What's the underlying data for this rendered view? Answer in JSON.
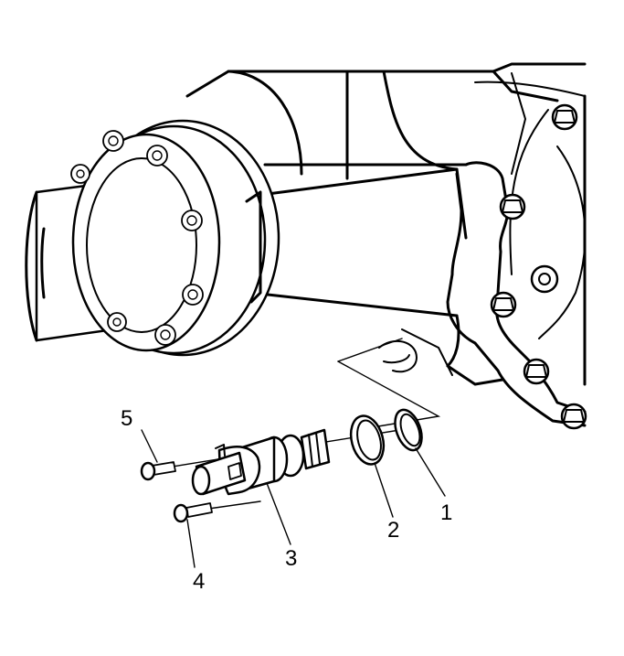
{
  "callouts": [
    {
      "id": "1",
      "label": "1",
      "part": "o-ring-seal"
    },
    {
      "id": "2",
      "label": "2",
      "part": "o-ring-seal"
    },
    {
      "id": "3",
      "label": "3",
      "part": "sensor-assembly"
    },
    {
      "id": "4",
      "label": "4",
      "part": "bolt"
    },
    {
      "id": "5",
      "label": "5",
      "part": "bolt"
    }
  ]
}
